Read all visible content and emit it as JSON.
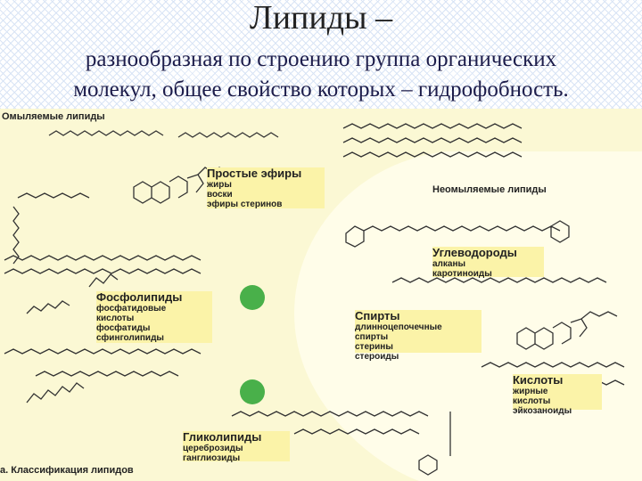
{
  "title": "Липиды –",
  "subtitle_line1": "разнообразная по строению группа органических",
  "subtitle_line2": "молекул, общее свойство которых – гидрофобность.",
  "figure": {
    "saponifiable_heading": "Омыляемые липиды",
    "unsaponifiable_heading": "Неомыляемые липиды",
    "caption": "а. Классификация липидов",
    "categories": [
      {
        "title": "Простые эфиры",
        "items": [
          "жиры",
          "воски",
          "эфиры стеринов"
        ]
      },
      {
        "title": "Фосфолипиды",
        "items": [
          "фосфатидовые",
          "кислоты",
          "фосфатиды",
          "сфинголипиды"
        ]
      },
      {
        "title": "Гликолипиды",
        "items": [
          "цереброзиды",
          "ганглиозиды"
        ]
      },
      {
        "title": "Углеводороды",
        "items": [
          "алканы",
          "каротиноиды"
        ]
      },
      {
        "title": "Спирты",
        "items": [
          "длинноцепочечные",
          "спирты",
          "стерины",
          "стероиды"
        ]
      },
      {
        "title": "Кислоты",
        "items": [
          "жирные",
          "кислоты",
          "эйкозаноиды"
        ]
      }
    ],
    "colors": {
      "background": "#fbf8d4",
      "region": "#fffde9",
      "label_box": "#fbf3a8",
      "phosphate": "#49b04a"
    }
  }
}
